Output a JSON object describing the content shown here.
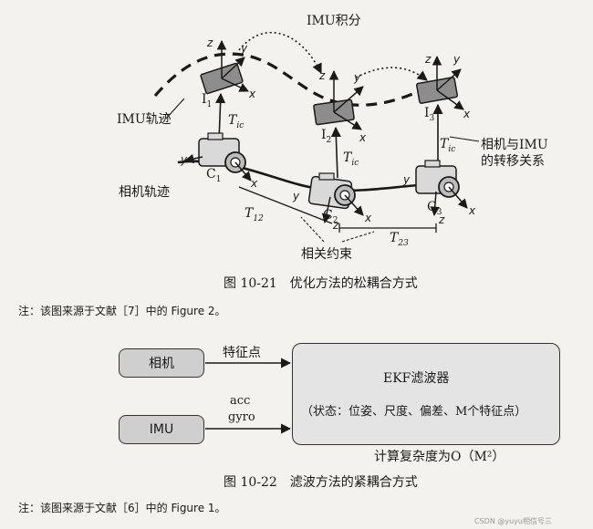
{
  "figure1": {
    "imu_integration": "IMU积分",
    "imu_trajectory": "IMU轨迹",
    "camera_trajectory": "相机轨迹",
    "transfer_relation": "相机与IMU\n的转移关系",
    "relative_constraint": "相关约束",
    "imu_labels": [
      "I",
      "I",
      "I"
    ],
    "imu_subs": [
      "1",
      "2",
      "3"
    ],
    "cam_labels": [
      "C",
      "C",
      "C"
    ],
    "cam_subs": [
      "1",
      "2",
      "3"
    ],
    "t_ic": "T",
    "t_ic_sub": "ic",
    "t12": "T",
    "t12_sub": "12",
    "t23": "T",
    "t23_sub": "23",
    "axes": {
      "x": "x",
      "y": "y",
      "z": "z"
    },
    "caption": "图 10-21　优化方法的松耦合方式",
    "note": "注：该图来源于文献［7］中的 Figure 2。"
  },
  "figure2": {
    "camera_box": "相机",
    "imu_box": "IMU",
    "feature_points": "特征点",
    "acc": "acc",
    "gyro": "gyro",
    "ekf_title": "EKF滤波器",
    "ekf_state": "（状态：位姿、尺度、偏差、M个特征点）",
    "complexity": "计算复杂度为O（M²）",
    "caption": "图 10-22　滤波方法的紧耦合方式",
    "note": "注：该图来源于文献［6］中的 Figure 1。"
  },
  "watermark": "CSDN @yuyu相信号三"
}
